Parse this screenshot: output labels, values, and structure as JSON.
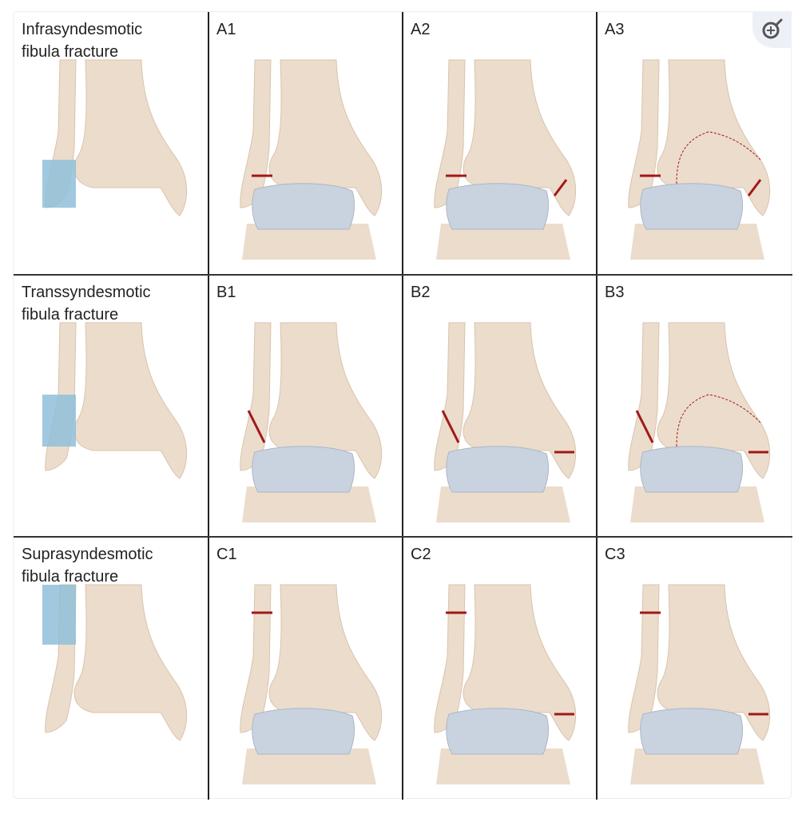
{
  "rows": [
    {
      "title": "Infrasyndesmotic\nfibula fracture",
      "cells": [
        "A1",
        "A2",
        "A3"
      ],
      "zone": "low"
    },
    {
      "title": "Transsyndesmotic\nfibula fracture",
      "cells": [
        "B1",
        "B2",
        "B3"
      ],
      "zone": "mid"
    },
    {
      "title": "Suprasyndesmotic\nfibula fracture",
      "cells": [
        "C1",
        "C2",
        "C3"
      ],
      "zone": "high"
    }
  ],
  "zoom_icon": "zoom-in-icon",
  "colors": {
    "bone": "#ecdccb",
    "talus": "#c9d3e0",
    "highlight": "#8fbfd9",
    "fracture": "#a01818",
    "line": "#222222"
  }
}
